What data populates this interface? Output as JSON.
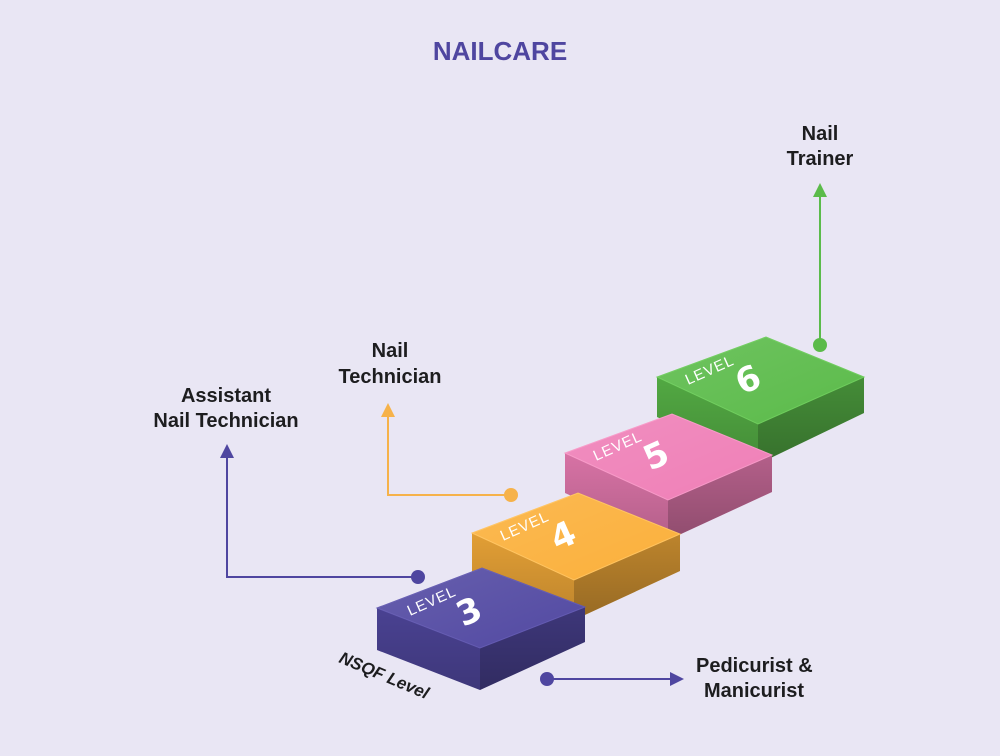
{
  "title": "NAILCARE",
  "axis_label": "NSQF Level",
  "levels": [
    {
      "word": "LEVEL",
      "number": "3",
      "color": "#5249a2"
    },
    {
      "word": "LEVEL",
      "number": "4",
      "color": "#fbb03b"
    },
    {
      "word": "LEVEL",
      "number": "5",
      "color": "#ef7fb7"
    },
    {
      "word": "LEVEL",
      "number": "6",
      "color": "#5bbb4a"
    }
  ],
  "roles": {
    "level3_side": {
      "line1": "Pedicurist &",
      "line2": "Manicurist",
      "color": "#4f46a0"
    },
    "level3_up": {
      "line1": "Assistant",
      "line2": "Nail Technician",
      "color": "#4f46a0"
    },
    "level4": {
      "line1": "Nail",
      "line2": "Technician",
      "color": "#f6b24a"
    },
    "level6": {
      "line1": "Nail",
      "line2": "Trainer",
      "color": "#5bbb4a"
    }
  }
}
